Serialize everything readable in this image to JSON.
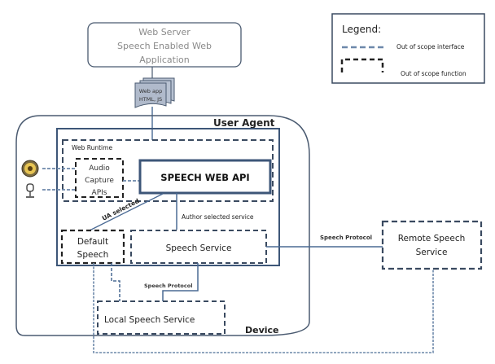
{
  "web_server": {
    "line1": "Web Server",
    "line2": "Speech Enabled Web",
    "line3": "Application"
  },
  "web_app_doc": {
    "line1": "Web app",
    "line2": "HTML, JS"
  },
  "legend": {
    "title": "Legend:",
    "interface_label": "Out of scope interface",
    "function_label": "Out of scope function"
  },
  "user_agent": {
    "label": "User Agent"
  },
  "web_runtime": {
    "label": "Web Runtime"
  },
  "audio_capture": {
    "line1": "Audio",
    "line2": "Capture",
    "line3": "APIs"
  },
  "speech_web_api": {
    "label": "SPEECH WEB API"
  },
  "ua_selected": {
    "label": "UA selected"
  },
  "author_selected": {
    "label": "Author selected service"
  },
  "default_speech": {
    "line1": "Default",
    "line2": "Speech"
  },
  "speech_service": {
    "label": "Speech Service"
  },
  "speech_protocol_remote": {
    "label": "Speech Protocol"
  },
  "speech_protocol_local": {
    "label": "Speech Protocol"
  },
  "remote_speech": {
    "line1": "Remote Speech",
    "line2": "Service"
  },
  "local_speech": {
    "label": "Local Speech Service"
  },
  "device": {
    "label": "Device"
  },
  "colors": {
    "blue": "#4a6a94",
    "dark": "#222222",
    "gray_text": "#8a8a8a"
  }
}
